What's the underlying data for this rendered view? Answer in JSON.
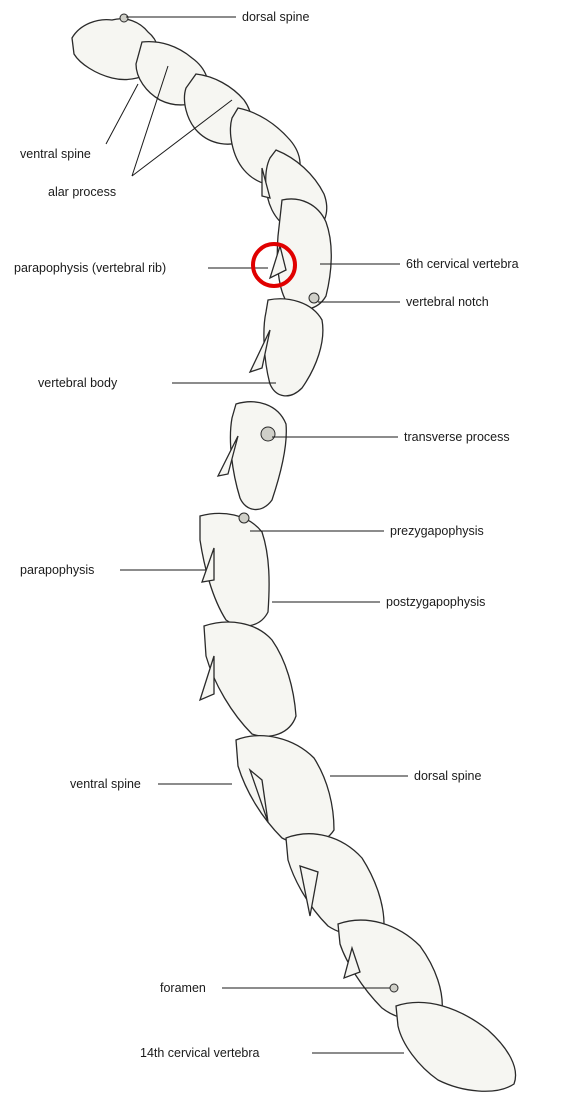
{
  "labels": {
    "dorsal_spine_top": "dorsal spine",
    "ventral_spine_top": "ventral spine",
    "alar_process": "alar process",
    "parapophysis_rib": "parapophysis (vertebral rib)",
    "sixth_cervical": "6th cervical vertebra",
    "vertebral_notch": "vertebral notch",
    "vertebral_body": "vertebral body",
    "transverse_process": "transverse process",
    "prezygapophysis": "prezygapophysis",
    "parapophysis": "parapophysis",
    "postzygapophysis": "postzygapophysis",
    "ventral_spine_bottom": "ventral spine",
    "dorsal_spine_bottom": "dorsal spine",
    "foramen": "foramen",
    "fourteenth_cervical": "14th cervical vertebra"
  },
  "highlight": {
    "target": "parapophysis (vertebral rib)",
    "color": "#e00000"
  },
  "colors": {
    "bone_fill": "#f6f6f2",
    "outline": "#2a2a2a",
    "shading": "#cfcfc8"
  }
}
